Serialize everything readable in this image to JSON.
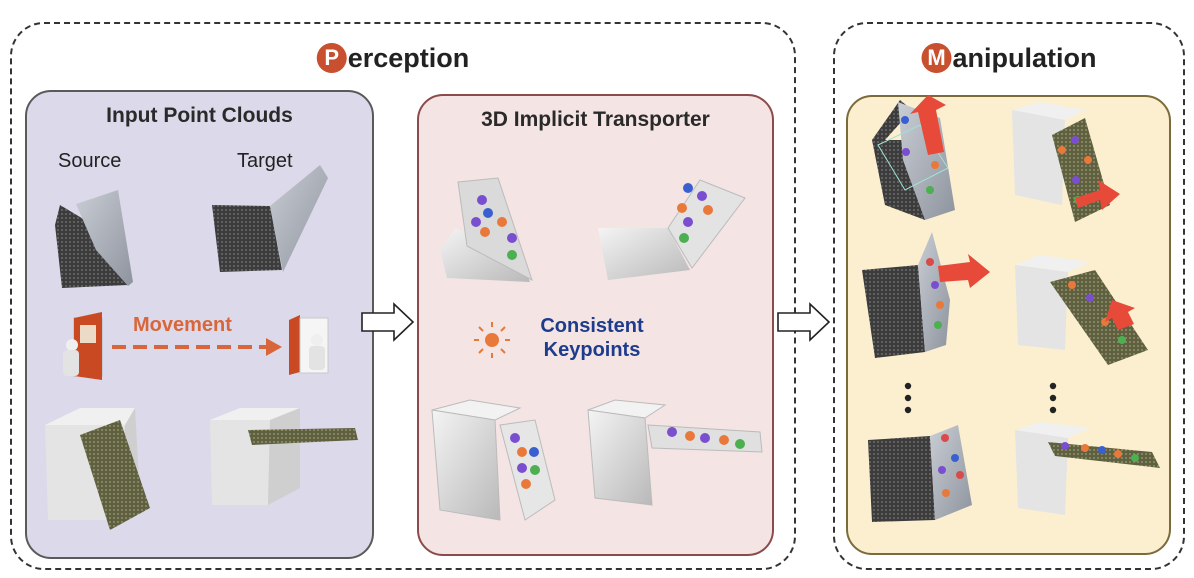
{
  "sections": {
    "perception": {
      "initial": "P",
      "rest": "erception"
    },
    "manipulation": {
      "initial": "M",
      "rest": "anipulation"
    }
  },
  "input_panel": {
    "title": "Input Point Clouds",
    "source_label": "Source",
    "target_label": "Target",
    "movement_label": "Movement"
  },
  "transporter_panel": {
    "title": "3D Implicit Transporter",
    "keypoints_label": "Consistent\nKeypoints"
  },
  "colors": {
    "accent": "#c8502e",
    "movement": "#d9663a",
    "keypoints_text": "#1e3c8c",
    "input_bg": "#dcd9ea",
    "transporter_bg": "#f4e4e4",
    "manip_bg": "#fbefcf",
    "kp_palette": [
      "#7a4fcf",
      "#e8793a",
      "#4caf50",
      "#d94a4a",
      "#3a5fcf"
    ]
  }
}
